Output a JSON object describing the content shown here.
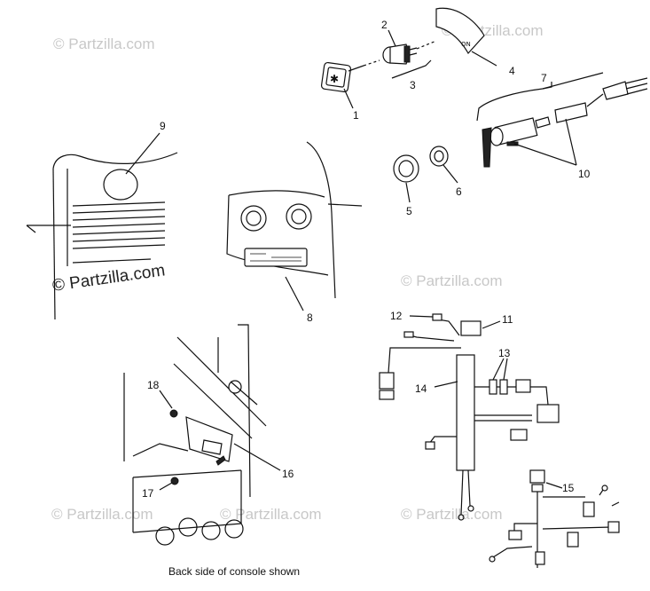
{
  "watermarks": [
    "© Partzilla.com",
    "© Partzilla.com",
    "© Partzilla.com",
    "© Partzilla.com",
    "© Partzilla.com",
    "© Partzilla.com",
    "© Partzilla.com"
  ],
  "callouts": [
    "1",
    "2",
    "3",
    "4",
    "5",
    "6",
    "7",
    "8",
    "9",
    "10",
    "11",
    "12",
    "13",
    "14",
    "15",
    "16",
    "17",
    "18"
  ],
  "caption": "Back side of console shown"
}
